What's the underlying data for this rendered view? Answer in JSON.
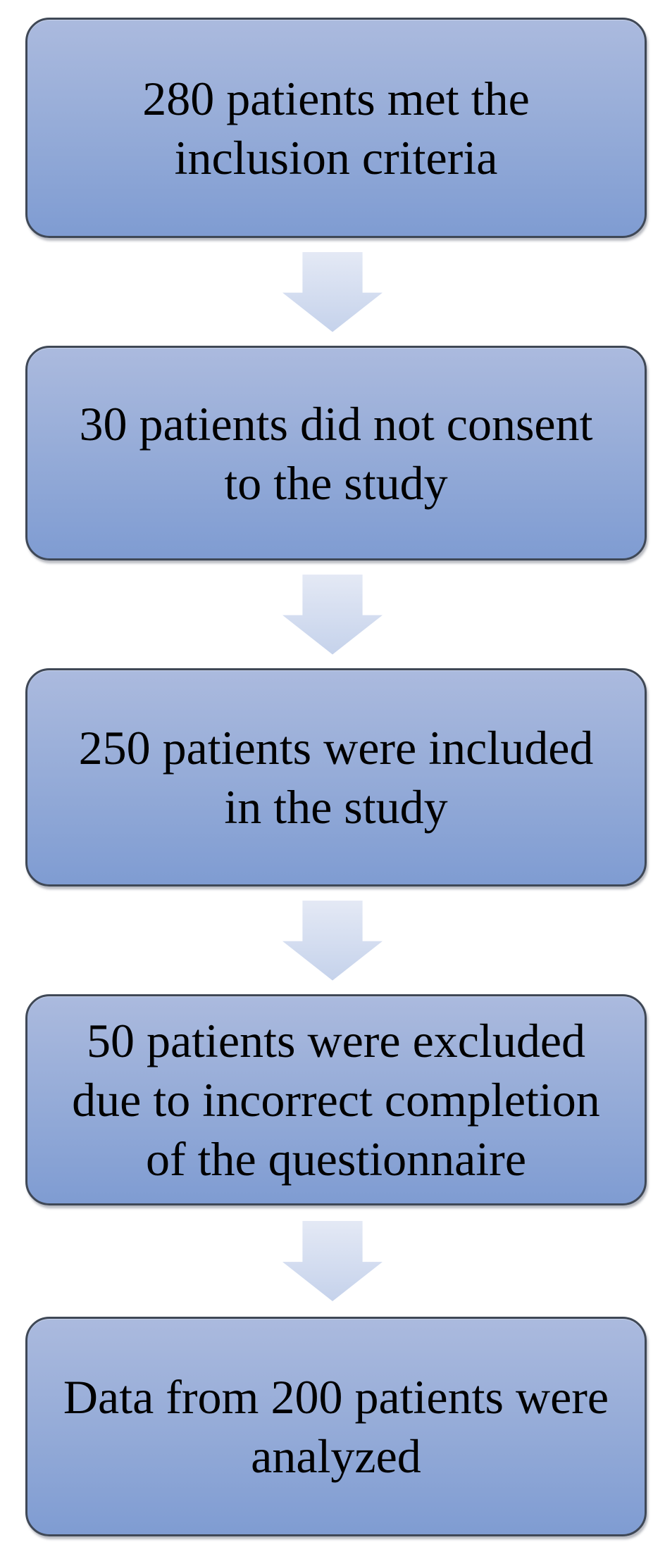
{
  "flowchart": {
    "kind": "vertical-flow-diagram",
    "steps": [
      {
        "label": "280 patients met the\ninclusion criteria"
      },
      {
        "label": "30 patients did not consent\nto the study"
      },
      {
        "label": "250 patients were included\nin the study"
      },
      {
        "label": "50 patients were excluded\ndue to incorrect completion\nof the questionnaire"
      },
      {
        "label": "Data from 200 patients were\nanalyzed"
      }
    ],
    "connector": "down-arrow",
    "colors": {
      "box_fill_top": "#abbade",
      "box_fill_bottom": "#7f9cd2",
      "box_border": "#3f4856",
      "box_shadow": "rgba(125,130,142,0.55)",
      "arrow_fill_top": "#e4e9f5",
      "arrow_fill_bottom": "#c5d2eb",
      "text": "#000000",
      "background": "#ffffff"
    }
  }
}
